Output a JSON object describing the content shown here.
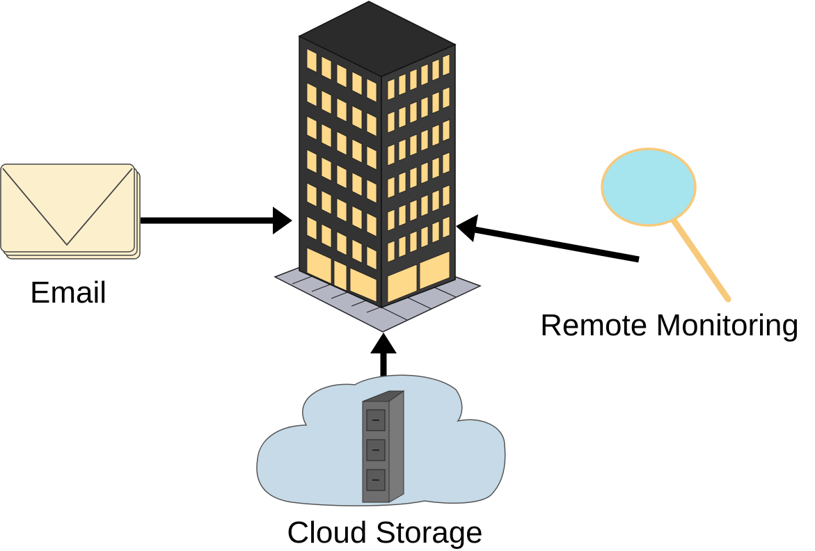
{
  "nodes": {
    "email": {
      "label": "Email",
      "icon": "envelope-icon"
    },
    "building": {
      "icon": "office-building-icon"
    },
    "remote_monitoring": {
      "label": "Remote Monitoring",
      "icon": "magnifying-glass-icon"
    },
    "cloud_storage": {
      "label": "Cloud Storage",
      "icon": "filing-cabinet-cloud-icon"
    }
  },
  "edges": [
    {
      "from": "email",
      "to": "building"
    },
    {
      "from": "remote_monitoring",
      "to": "building"
    },
    {
      "from": "cloud_storage",
      "to": "building"
    }
  ],
  "colors": {
    "window": "#ffd98a",
    "building_dark": "#333333",
    "building_roof": "#2b2b2b",
    "pavement": "#b4b6c4",
    "envelope": "#fcf0cc",
    "lens": "#a6e4ee",
    "lens_rim": "#f7c97a",
    "cloud": "#c6dae8",
    "cabinet": "#6e6e6e",
    "arrow": "#000000"
  }
}
